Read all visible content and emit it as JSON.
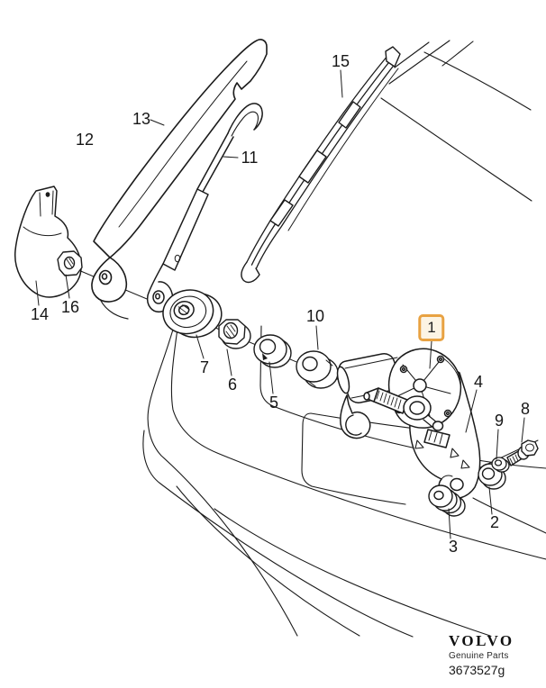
{
  "figure": {
    "type": "exploded-parts-diagram",
    "subject": "rear-wiper-assembly-on-tailgate",
    "callouts": [
      {
        "label": "1",
        "highlighted": true
      },
      {
        "label": "2",
        "highlighted": false
      },
      {
        "label": "3",
        "highlighted": false
      },
      {
        "label": "4",
        "highlighted": false
      },
      {
        "label": "5",
        "highlighted": false
      },
      {
        "label": "6",
        "highlighted": false
      },
      {
        "label": "7",
        "highlighted": false
      },
      {
        "label": "8",
        "highlighted": false
      },
      {
        "label": "9",
        "highlighted": false
      },
      {
        "label": "10",
        "highlighted": false
      },
      {
        "label": "11",
        "highlighted": false
      },
      {
        "label": "12",
        "highlighted": false
      },
      {
        "label": "13",
        "highlighted": false
      },
      {
        "label": "14",
        "highlighted": false
      },
      {
        "label": "15",
        "highlighted": false
      },
      {
        "label": "16",
        "highlighted": false
      }
    ]
  },
  "brand": {
    "name": "VOLVO",
    "tagline": "Genuine Parts",
    "part_number": "3673527g"
  },
  "colors": {
    "line": "#1B1B1B",
    "highlight_border": "#E8A242",
    "highlight_fill": "#FCF4E4",
    "background": "#FFFFFF"
  }
}
